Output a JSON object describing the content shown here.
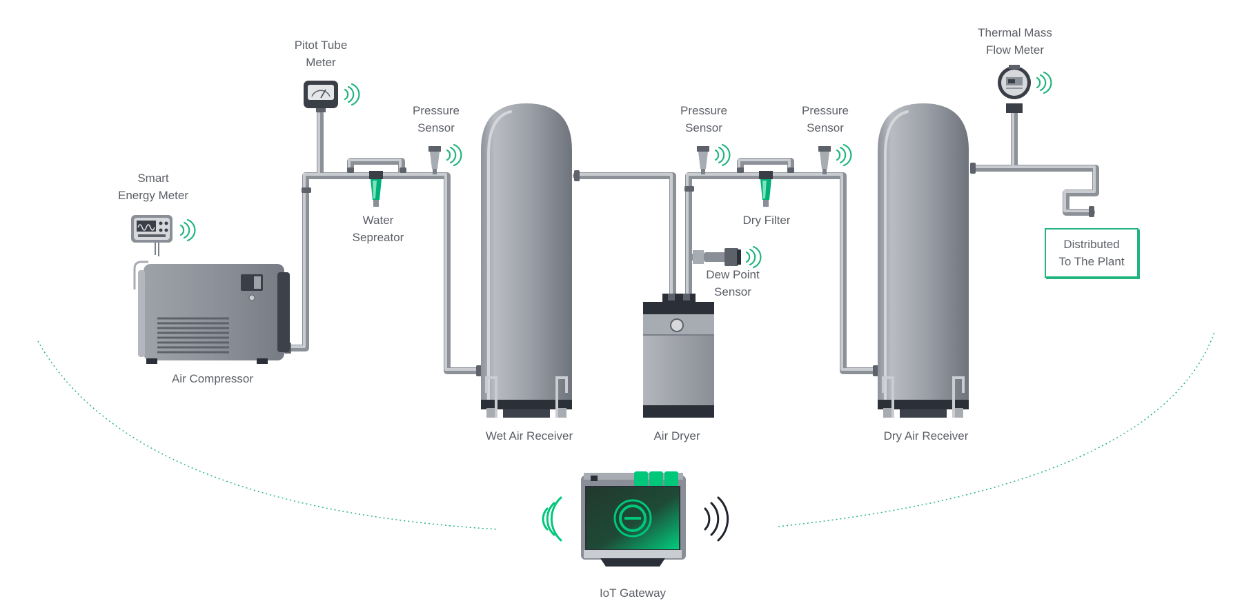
{
  "labels": {
    "smart_energy_meter": [
      "Smart",
      "Energy Meter"
    ],
    "pitot_tube_meter": [
      "Pitot Tube",
      "Meter"
    ],
    "pressure_sensor_1": [
      "Pressure",
      "Sensor"
    ],
    "water_separator": [
      "Water",
      "Sepreator"
    ],
    "air_compressor": [
      "Air Compressor"
    ],
    "wet_air_receiver": [
      "Wet Air Receiver"
    ],
    "air_dryer": [
      "Air Dryer"
    ],
    "pressure_sensor_2": [
      "Pressure",
      "Sensor"
    ],
    "pressure_sensor_3": [
      "Pressure",
      "Sensor"
    ],
    "dry_filter": [
      "Dry Filter"
    ],
    "dew_point_sensor": [
      "Dew Point",
      "Sensor"
    ],
    "dry_air_receiver": [
      "Dry Air Receiver"
    ],
    "thermal_mass_flow_meter": [
      "Thermal Mass",
      "Flow Meter"
    ],
    "distributed": [
      "Distributed",
      "To The Plant"
    ],
    "iot_gateway": [
      "IoT Gateway"
    ]
  },
  "colors": {
    "accent_green": "#22b47e",
    "gateway_green": "#00c77a",
    "metal_dark": "#7b7f88",
    "metal_mid": "#a7abb2",
    "metal_light": "#c9ccd1",
    "base_dark": "#2b2f38",
    "label_text": "#5b5f66"
  },
  "icons": [
    "signal-waves-icon",
    "iot-gateway-logo-icon"
  ]
}
